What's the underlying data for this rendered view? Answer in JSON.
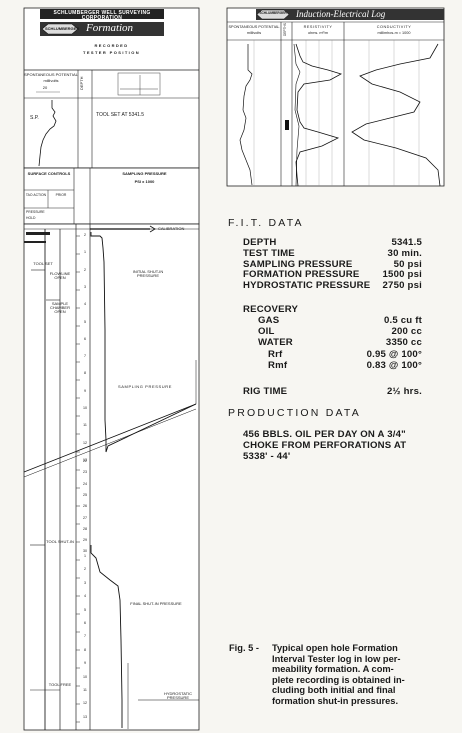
{
  "left_log": {
    "company_banner": "SCHLUMBERGER WELL SURVEYING CORPORATION",
    "brand": "SCHLUMBERGER",
    "product_title": "Formation Tester",
    "recorded_label": "RECORDED",
    "tester_position_label": "TESTER POSITION",
    "sp_header": "SPONTANEOUS POTENTIAL",
    "sp_units": "millivolts",
    "sp_scale": "20",
    "depth_col_label": "DEPTH",
    "sp_curve_label": "S.P.",
    "tool_set_text": "TOOL SET AT 5341.5",
    "surface_controls": "SURFACE CONTROLS",
    "sampling_pressure_hdr": "SAMPLING PRESSURE",
    "psi_units": "PSI x 1000",
    "tao_action": "TAO ACTION",
    "prior_label": "PRIOR",
    "pressure_label": "PRESSURE",
    "hold_label": "HOLD",
    "calibration": "CALIBRATION",
    "tool_set": "TOOL SET",
    "flowline_open": "FLOWLINE OPEN",
    "initial_shutin": "INITIAL SHUT-IN PRESSURE",
    "sample_chamber_open": "SAMPLE CHAMBER OPEN",
    "sampling_pressure": "SAMPLING PRESSURE",
    "tool_shutin": "TOOL SHUT-IN",
    "final_shutin": "FINAL SHUT-IN PRESSURE",
    "tool_free": "TOOL FREE",
    "hydrostatic": "HYDROSTATIC PRESSURE",
    "ticks_a": [
      "2",
      "1",
      "2",
      "3",
      "4",
      "5",
      "6",
      "7",
      "8",
      "9",
      "10",
      "11",
      "12",
      "13"
    ],
    "ticks_b": [
      "22",
      "23",
      "24",
      "25",
      "26",
      "27",
      "28",
      "29",
      "30"
    ],
    "ticks_c": [
      "1",
      "2",
      "3",
      "4",
      "5",
      "6",
      "7",
      "8",
      "9",
      "10",
      "11",
      "12",
      "13"
    ]
  },
  "right_log": {
    "brand": "SCHLUMBERGER",
    "title": "Induction-Electrical Log",
    "sp_header": "SPONTANEOUS POTENTIAL",
    "sp_units": "millivolts",
    "depths_label": "DEPTHS",
    "resistivity_header": "RESISTIVITY",
    "resistivity_units": "ohms. m²/m",
    "conductivity_header": "CONDUCTIVITY",
    "conductivity_units": "millimhos-m = 1000"
  },
  "fit_data": {
    "heading": "F.I.T.   DATA",
    "rows": [
      {
        "label": "DEPTH",
        "value": "5341.5"
      },
      {
        "label": "TEST TIME",
        "value": "30 min."
      },
      {
        "label": "SAMPLING PRESSURE",
        "value": "50 psi"
      },
      {
        "label": "FORMATION PRESSURE",
        "value": "1500 psi"
      },
      {
        "label": "HYDROSTATIC PRESSURE",
        "value": "2750 psi"
      }
    ],
    "recovery_label": "RECOVERY",
    "recovery": [
      {
        "label": "GAS",
        "value": "0.5 cu ft"
      },
      {
        "label": "OIL",
        "value": "200 cc"
      },
      {
        "label": "WATER",
        "value": "3350 cc"
      },
      {
        "label": "Rrf",
        "value": "0.95 @ 100°"
      },
      {
        "label": "Rmf",
        "value": "0.83 @ 100°"
      }
    ],
    "rig_time_label": "RIG TIME",
    "rig_time_value": "2½ hrs."
  },
  "production": {
    "heading": "PRODUCTION DATA",
    "line1": "456 BBLS. OIL PER DAY ON A 3/4\"",
    "line2": "CHOKE FROM PERFORATIONS AT",
    "line3": "5338' - 44'"
  },
  "caption": {
    "label": "Fig. 5 -",
    "lines": [
      "Typical open hole Formation",
      "Interval Tester log in low per-",
      "meability formation.  A com-",
      "plete recording is obtained in-",
      "cluding both initial and final",
      "formation shut-in pressures."
    ]
  }
}
